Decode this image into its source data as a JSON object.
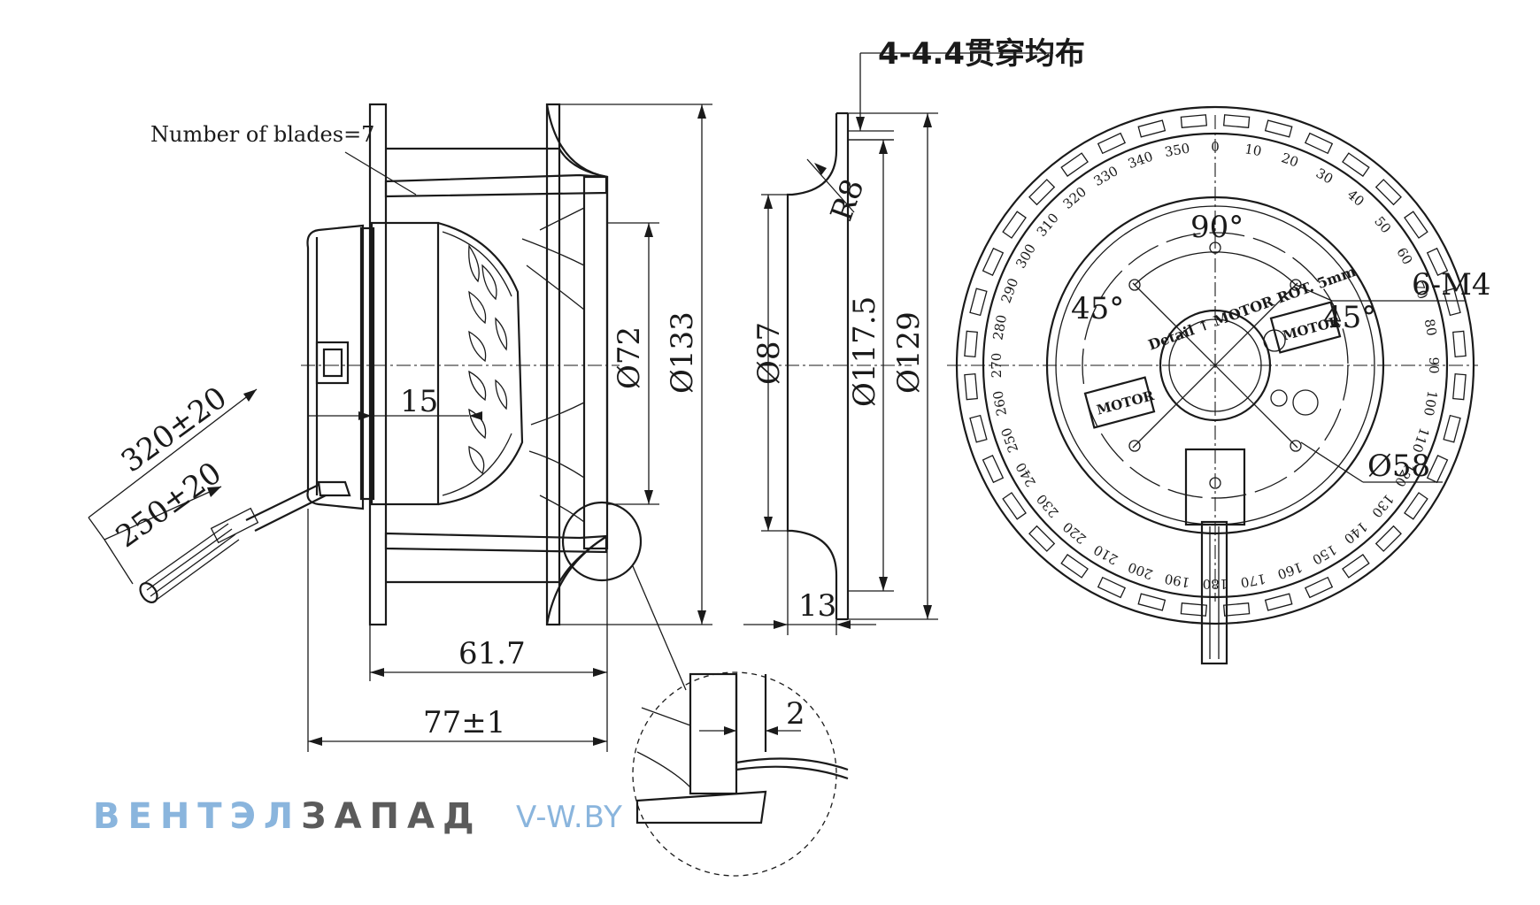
{
  "labels": {
    "blades": "Number of blades=7",
    "holes": "4-4.4贯穿均布",
    "radius": "R8",
    "screws": "6-M4",
    "angle_top": "90°",
    "angle_left": "45°",
    "angle_right": "45°",
    "motor_label_center": "Detail ↑ MOTOR ROT. 5mm",
    "motor_label_right": "MOTOR",
    "motor_label_left": "MOTOR"
  },
  "dimensions": {
    "d72": "Ø72",
    "d133": "Ø133",
    "d87": "Ø87",
    "d1175": "Ø117.5",
    "d129": "Ø129",
    "d58": "Ø58",
    "cable_long": "320±20",
    "cable_short": "250±20",
    "depth_15": "15",
    "width_617": "61.7",
    "width_77": "77±1",
    "width_13": "13",
    "detail_2": "2"
  },
  "ring_scale": [
    "0",
    "10",
    "20",
    "30",
    "40",
    "50",
    "60",
    "70",
    "80",
    "90",
    "100",
    "110",
    "120",
    "130",
    "140",
    "150",
    "160",
    "170",
    "180",
    "190",
    "200",
    "210",
    "220",
    "230",
    "240",
    "250",
    "260",
    "270",
    "280",
    "290",
    "300",
    "310",
    "320",
    "330",
    "340",
    "350"
  ],
  "footer": {
    "brand_part1": "ВЕНТЭЛ",
    "brand_part2": "ЗАПАД",
    "website": "V-W.BY"
  }
}
